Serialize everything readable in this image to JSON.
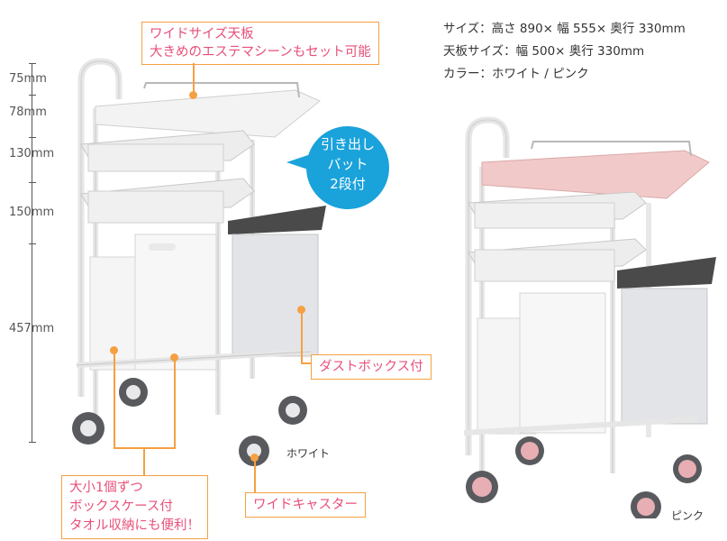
{
  "callouts": {
    "top_line1": "ワイドサイズ天板",
    "top_line2": "大きめのエステマシーンもセット可能",
    "dust_box": "ダストボックス付",
    "case_line1": "大小1個ずつ",
    "case_line2": "ボックスケース付",
    "case_line3": "タオル収納にも便利！",
    "caster": "ワイドキャスター"
  },
  "bubble": {
    "line1": "引き出し",
    "line2": "バット",
    "line3": "2段付"
  },
  "specs": {
    "size": "サイズ：高さ 890× 幅 555× 奥行 330mm",
    "top_size": "天板サイズ：幅 500× 奥行 330mm",
    "color": "カラー：ホワイト / ピンク"
  },
  "dimensions": [
    "75mm",
    "78mm",
    "130mm",
    "150mm",
    "457mm"
  ],
  "variants": {
    "white": "ホワイト",
    "pink": "ピンク"
  },
  "colors": {
    "frame": "#f4f4f4",
    "pink_top": "#f2c9c9",
    "caster_pink": "#e7aeb4",
    "accent_orange": "#f5a043",
    "callout_text": "#e8507a",
    "bubble": "#1aa2db"
  }
}
